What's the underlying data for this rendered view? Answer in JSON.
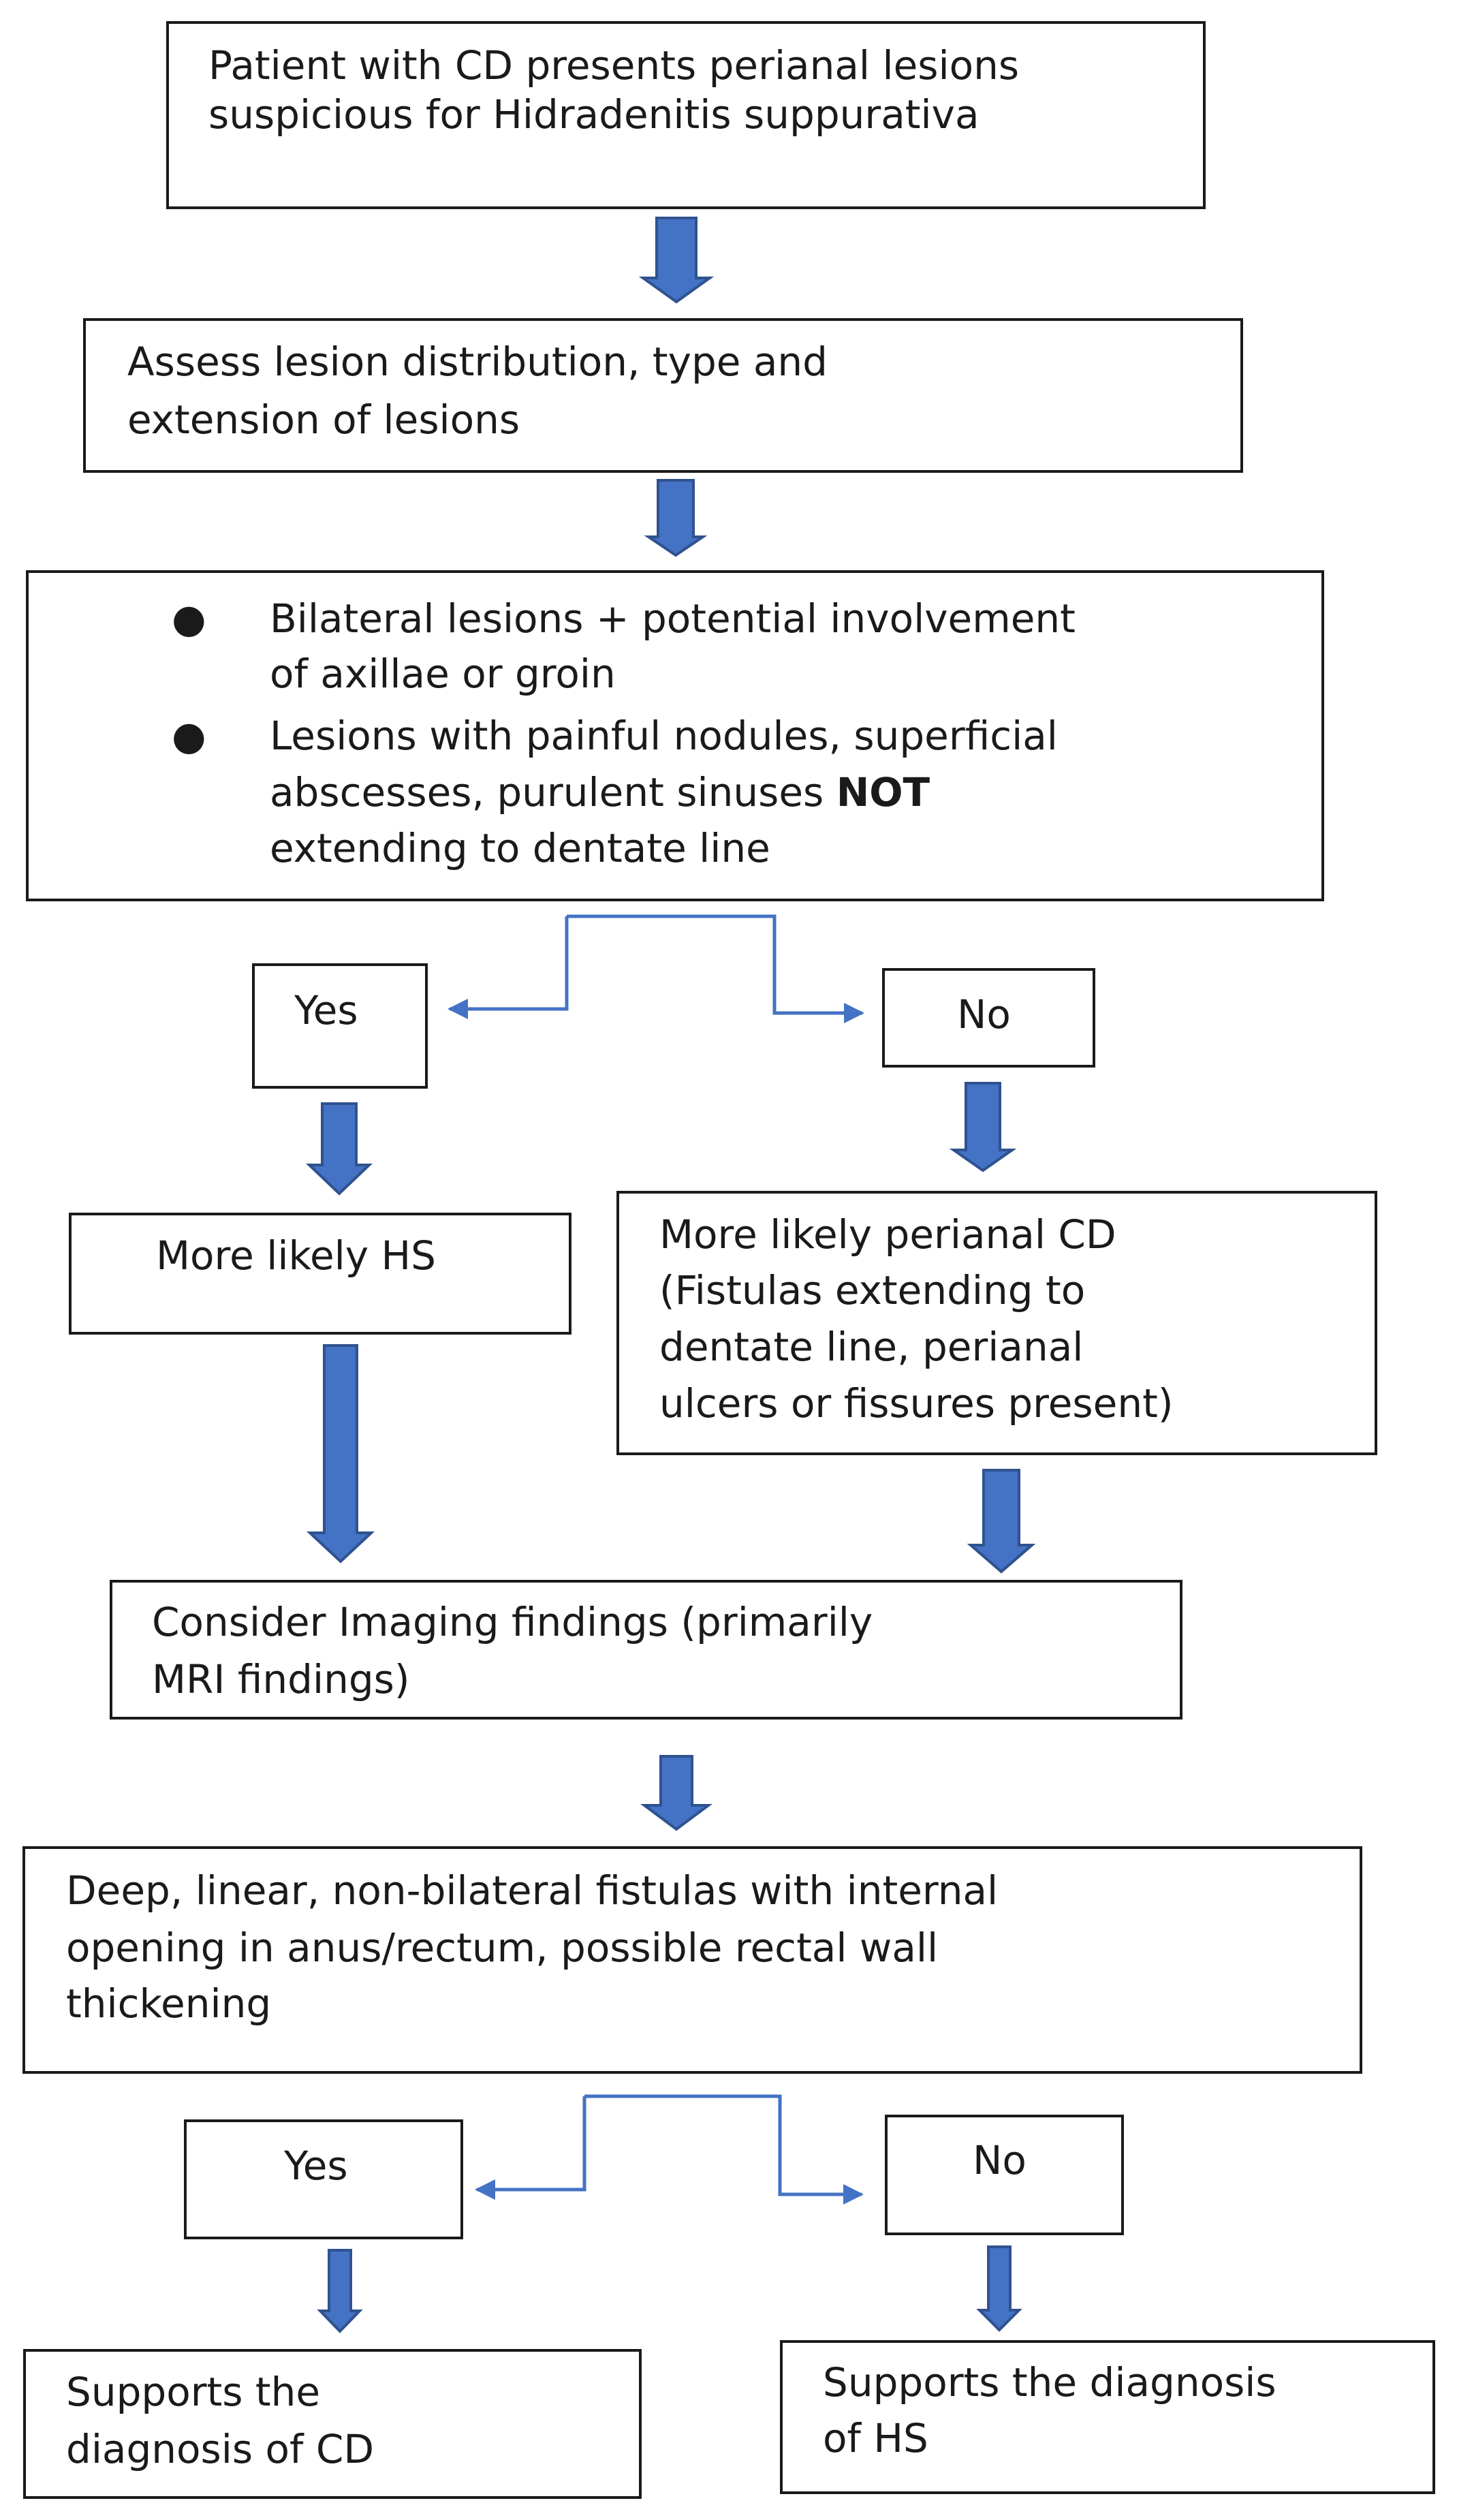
{
  "flowchart": {
    "start": {
      "lines": [
        "Patient with CD presents perianal lesions",
        "suspicious for Hidradenitis suppurativa"
      ]
    },
    "assess": {
      "lines": [
        "Assess lesion distribution, type and",
        "extension of lesions"
      ]
    },
    "criteria": {
      "bullet1": {
        "lines": [
          "Bilateral lesions + potential involvement",
          "of axillae or groin"
        ]
      },
      "bullet2": {
        "line1": "Lesions with painful nodules, superficial",
        "line2_pre": "abscesses, purulent sinuses ",
        "line2_bold": "NOT",
        "line3": "extending to dentate line"
      }
    },
    "branch1": {
      "yes": "Yes",
      "no": "No"
    },
    "likely_hs": "More likely HS",
    "likely_cd": {
      "lines": [
        "More likely perianal CD",
        "(Fistulas extending to",
        "dentate line, perianal",
        "ulcers or fissures present)"
      ]
    },
    "imaging": {
      "lines": [
        "Consider Imaging findings (primarily",
        "MRI findings)"
      ]
    },
    "mri": {
      "lines": [
        "Deep, linear, non-bilateral fistulas with internal",
        "opening in anus/rectum, possible rectal wall",
        "thickening"
      ]
    },
    "branch2": {
      "yes": "Yes",
      "no": "No"
    },
    "supports_cd": {
      "lines": [
        "Supports the",
        "diagnosis of CD"
      ]
    },
    "supports_hs": {
      "lines": [
        "Supports the diagnosis",
        "of HS"
      ]
    },
    "colors": {
      "arrow_fill": "#4472C4",
      "arrow_stroke": "#2F528F",
      "connector": "#4472C4",
      "border": "#1a1a1a"
    }
  }
}
